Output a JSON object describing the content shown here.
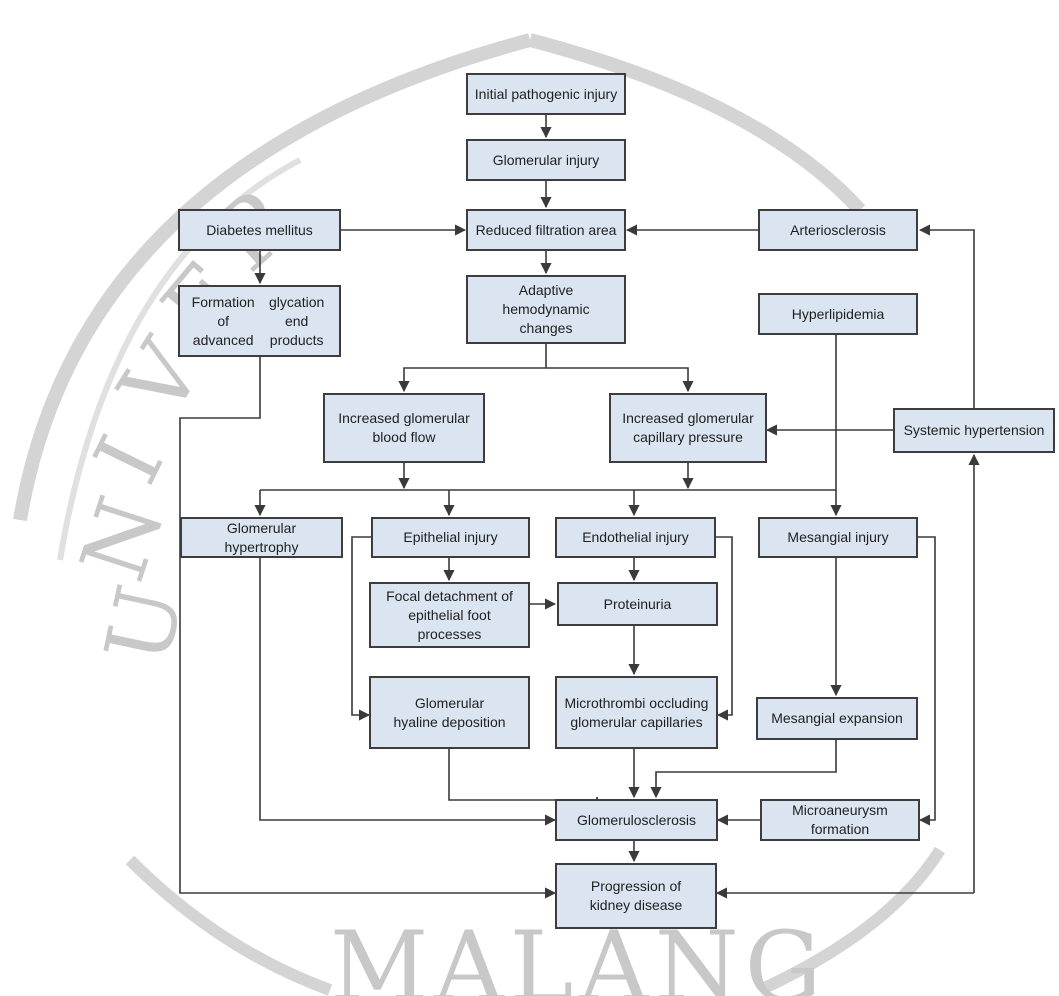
{
  "watermark": {
    "letters": [
      "U",
      "N",
      "I",
      "V",
      "E",
      "R"
    ],
    "bottom_text": "MALANG"
  },
  "nodes": {
    "initial_injury": "Initial pathogenic injury",
    "glomerular_injury": "Glomerular injury",
    "diabetes": "Diabetes mellitus",
    "reduced_filtration": "Reduced filtration area",
    "arteriosclerosis": "Arteriosclerosis",
    "age_formation": [
      "Formation of advanced",
      "glycation end products"
    ],
    "adaptive_changes": [
      "Adaptive hemodynamic",
      "changes"
    ],
    "hyperlipidemia": "Hyperlipidemia",
    "increased_flow": [
      "Increased glomerular",
      "blood flow"
    ],
    "increased_pressure": [
      "Increased glomerular",
      "capillary pressure"
    ],
    "systemic_hypertension": "Systemic hypertension",
    "glomerular_hypertrophy": "Glomerular hypertrophy",
    "epithelial_injury": "Epithelial injury",
    "endothelial_injury": "Endothelial injury",
    "mesangial_injury": "Mesangial injury",
    "focal_detachment": [
      "Focal detachment of",
      "epithelial foot processes"
    ],
    "proteinuria": "Proteinuria",
    "hyaline_deposition": [
      "Glomerular",
      "hyaline deposition"
    ],
    "microthrombi": [
      "Microthrombi occluding",
      "glomerular capillaries"
    ],
    "mesangial_expansion": "Mesangial expansion",
    "glomerulosclerosis": "Glomerulosclerosis",
    "microaneurysm": "Microaneurysm formation",
    "progression": [
      "Progression of",
      "kidney disease"
    ]
  },
  "colors": {
    "node_fill": "#dbe5f1",
    "node_border": "#3d3d3d",
    "edge": "#3a3a3a",
    "watermark": "#c8c8c8"
  }
}
